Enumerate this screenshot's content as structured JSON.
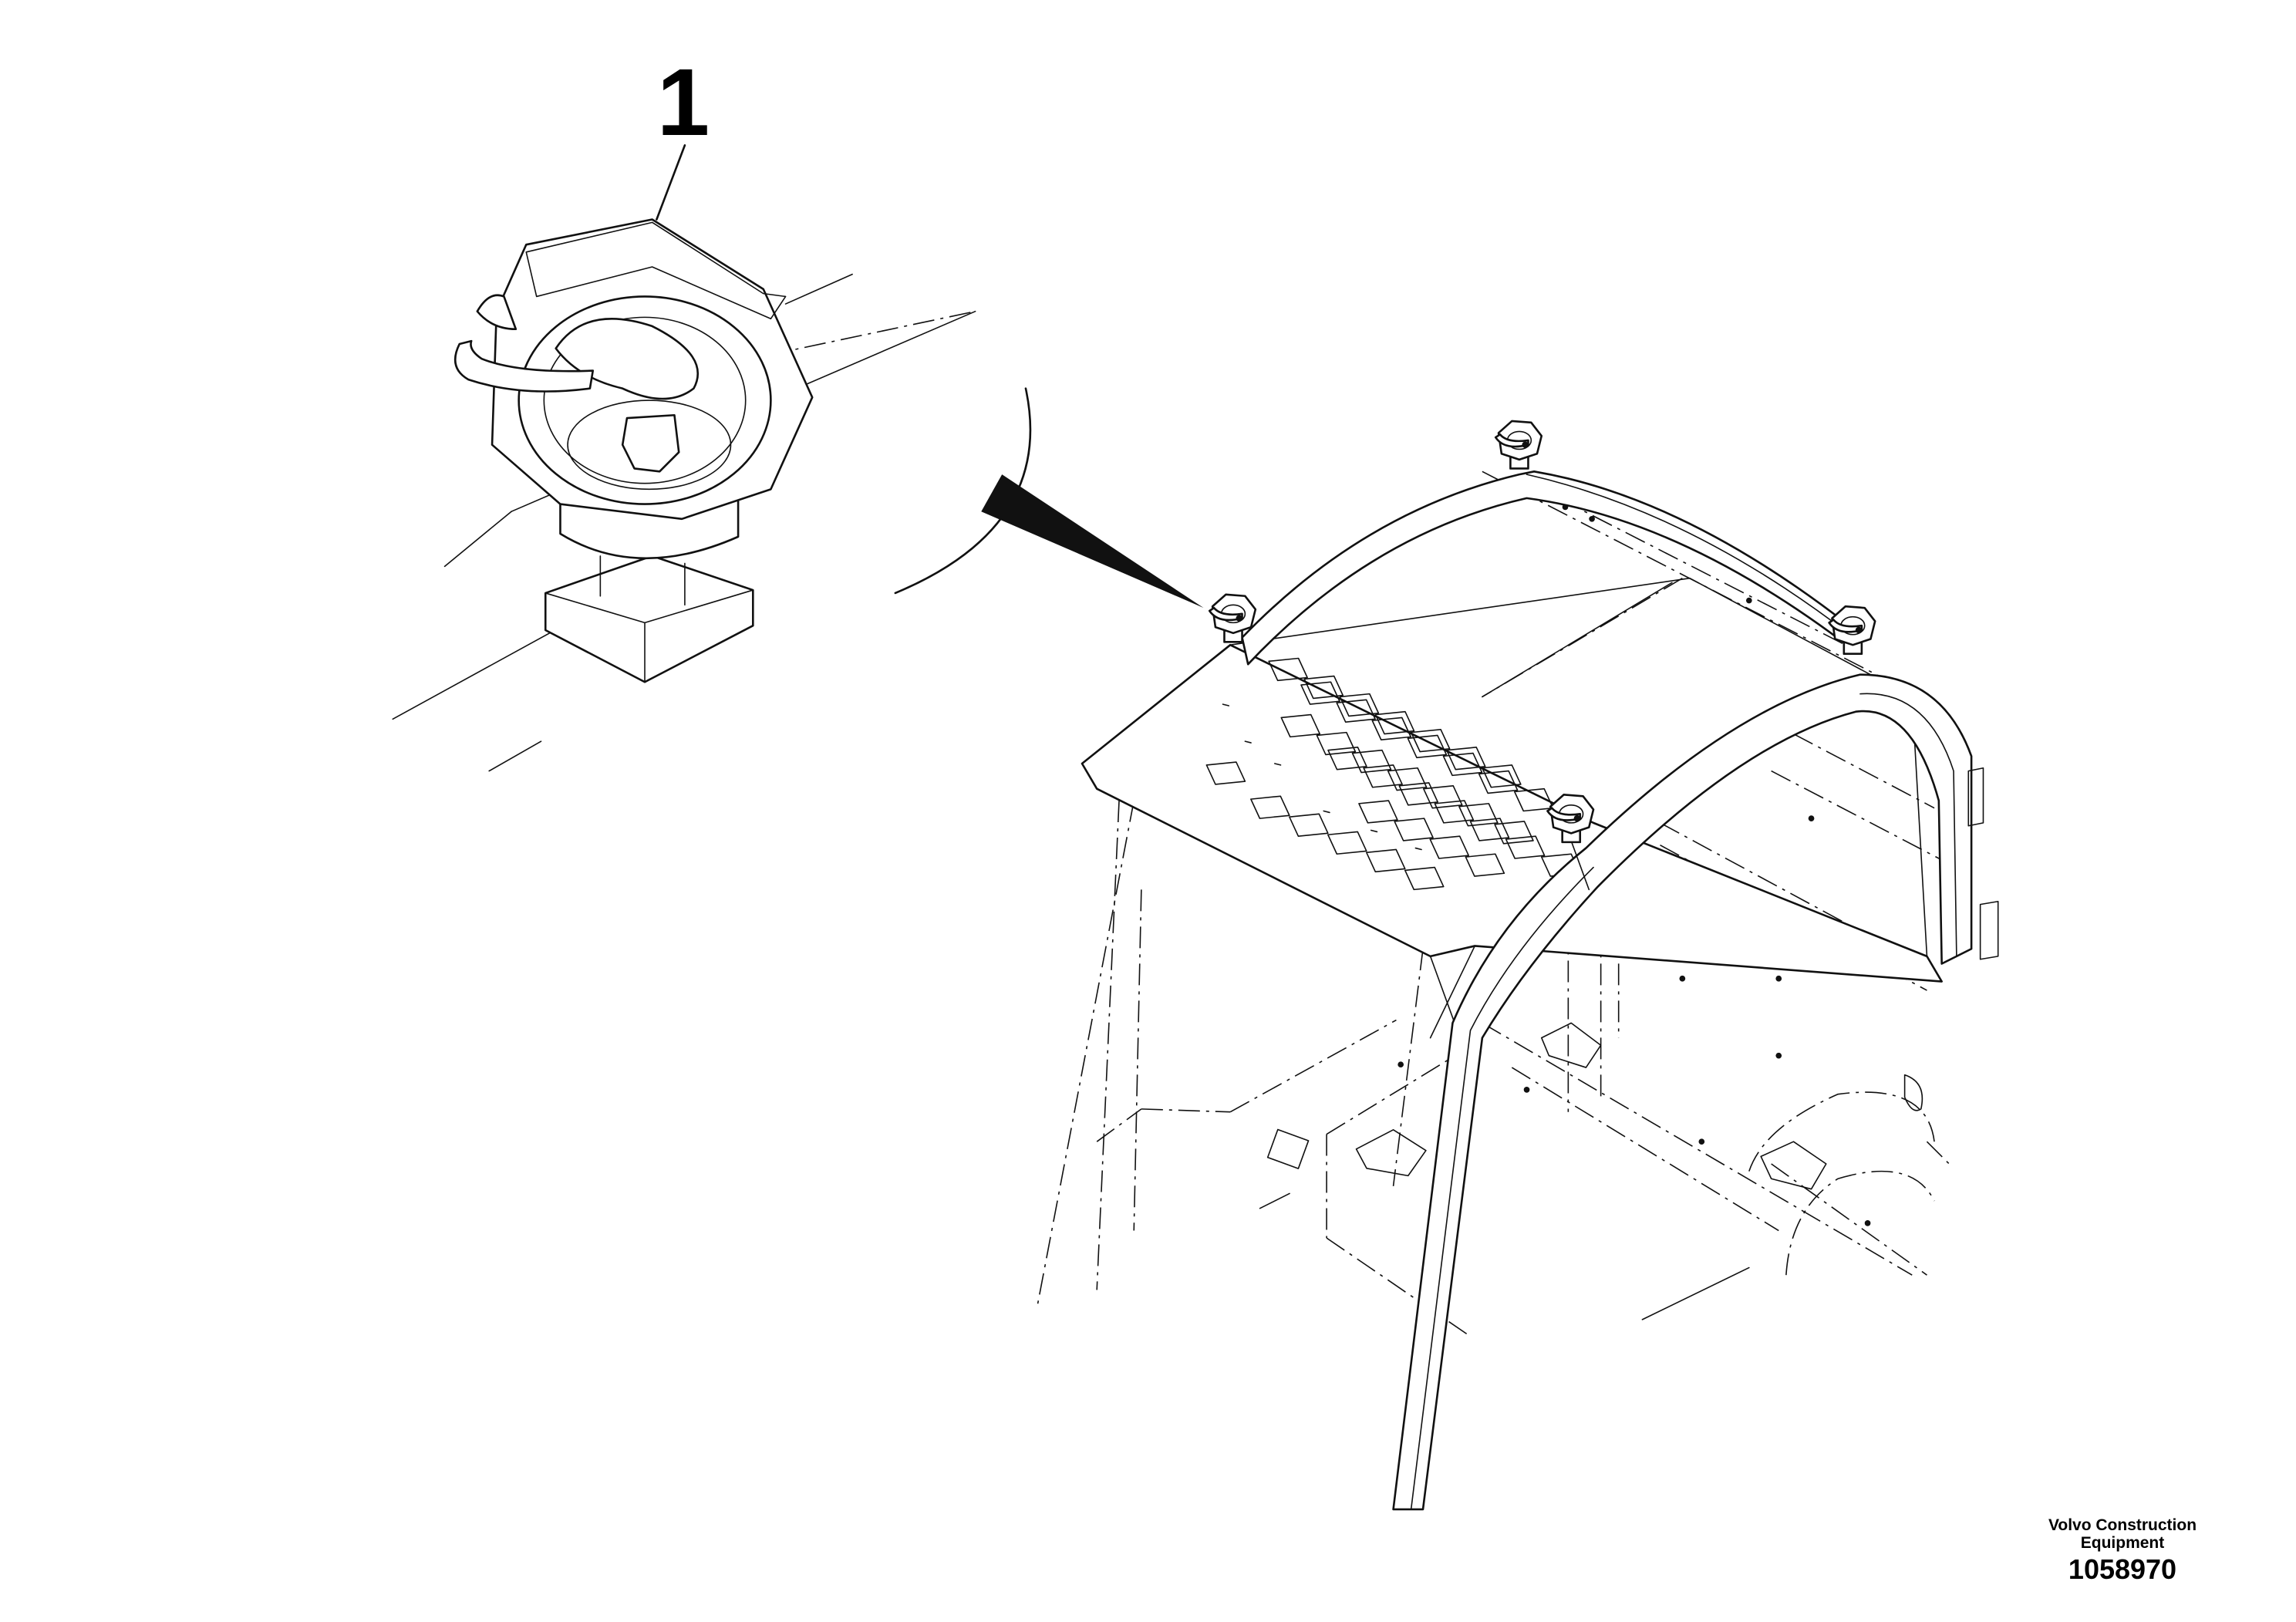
{
  "diagram": {
    "callouts": [
      {
        "id": 1,
        "label": "1"
      }
    ],
    "publisher_label": "Volvo Construction Equipment",
    "drawing_number": "1058970"
  }
}
